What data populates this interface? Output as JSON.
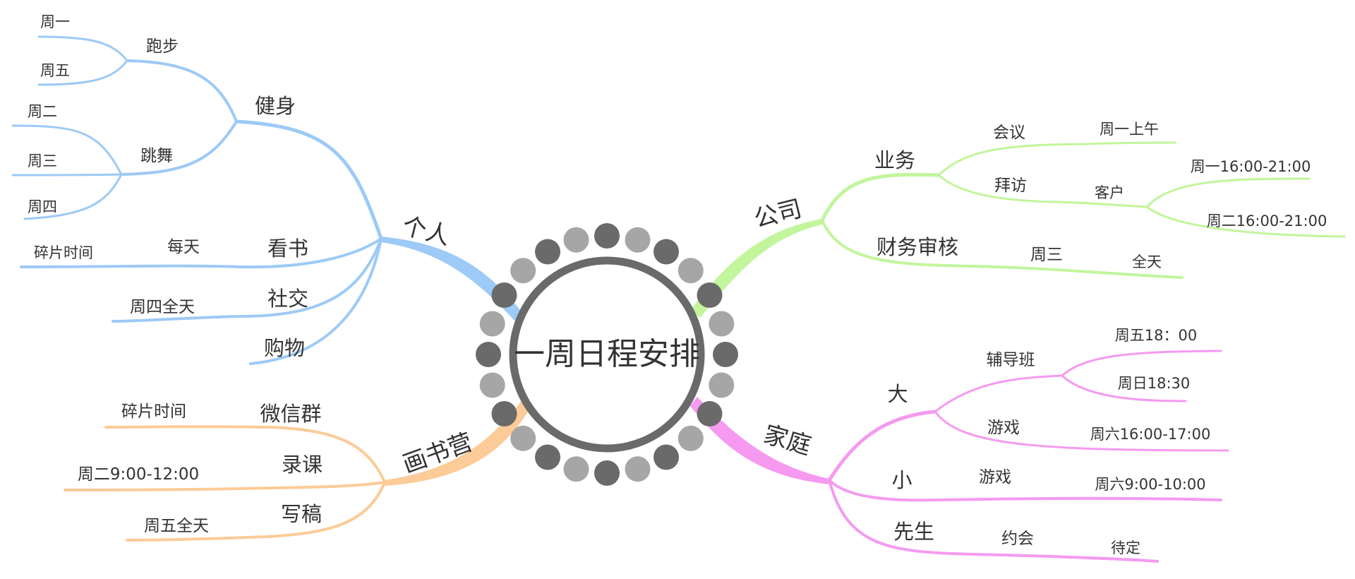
{
  "center": {
    "title": "一周日程安排"
  },
  "colors": {
    "personal": "#9dcaf6",
    "company": "#c2f59c",
    "family": "#f59af0",
    "huashuying": "#fccb97",
    "ring": "#6a6a6a",
    "dot_dark": "#6a6a6a",
    "dot_light": "#a6a6a6"
  },
  "branches": {
    "personal": {
      "label": "个人",
      "fitness": {
        "label": "健身",
        "running": {
          "label": "跑步",
          "days": [
            "周一",
            "周五"
          ]
        },
        "dance": {
          "label": "跳舞",
          "days": [
            "周二",
            "周三",
            "周四"
          ]
        }
      },
      "reading": {
        "label": "看书",
        "when": "每天",
        "detail": "碎片时间"
      },
      "social": {
        "label": "社交",
        "when": "周四全天"
      },
      "shopping": {
        "label": "购物"
      }
    },
    "company": {
      "label": "公司",
      "business": {
        "label": "业务",
        "meeting": {
          "label": "会议",
          "when": "周一上午"
        },
        "visit": {
          "label": "拜访",
          "client": "客户",
          "times": [
            "周一16:00-21:00",
            "周二16:00-21:00"
          ]
        }
      },
      "audit": {
        "label": "财务审核",
        "when": "周三",
        "detail": "全天"
      }
    },
    "huashuying": {
      "label": "画书营",
      "wechat": {
        "label": "微信群",
        "when": "碎片时间"
      },
      "record": {
        "label": "录课",
        "when": "周二9:00-12:00"
      },
      "writing": {
        "label": "写稿",
        "when": "周五全天"
      }
    },
    "family": {
      "label": "家庭",
      "elder": {
        "label": "大",
        "tutoring": {
          "label": "辅导班",
          "times": [
            "周五18：00",
            "周日18:30"
          ]
        },
        "game": {
          "label": "游戏",
          "when": "周六16:00-17:00"
        }
      },
      "younger": {
        "label": "小",
        "game": "游戏",
        "when": "周六9:00-10:00"
      },
      "husband": {
        "label": "先生",
        "date": "约会",
        "when": "待定"
      }
    }
  }
}
